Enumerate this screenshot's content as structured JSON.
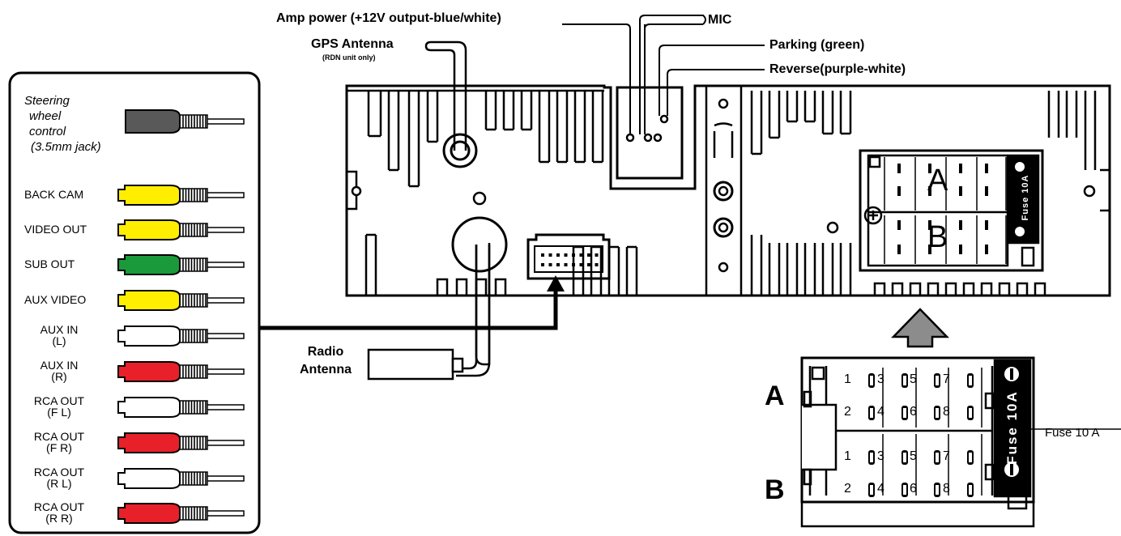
{
  "labels": {
    "amp_power": "Amp power (+12V output-blue/white)",
    "mic": "MIC",
    "gps_antenna": "GPS Antenna",
    "gps_note": "(RDN unit only)",
    "parking": "Parking (green)",
    "reverse": "Reverse(purple-white)",
    "radio_antenna_1": "Radio",
    "radio_antenna_2": "Antenna",
    "fuse_10a_side": "Fuse 10 A",
    "fuse_label": "Fuse 10A",
    "connector_a": "A",
    "connector_b": "B"
  },
  "cables": [
    {
      "lines": [
        "Steering",
        "wheel",
        "control",
        "(3.5mm jack)"
      ],
      "color": "#595959"
    },
    {
      "lines": [
        "BACK CAM"
      ],
      "color": "#ffee00"
    },
    {
      "lines": [
        "VIDEO OUT"
      ],
      "color": "#ffee00"
    },
    {
      "lines": [
        "SUB OUT"
      ],
      "color": "#1a9a3a"
    },
    {
      "lines": [
        "AUX VIDEO"
      ],
      "color": "#ffee00"
    },
    {
      "lines": [
        "AUX IN",
        "(L)"
      ],
      "color": "#ffffff"
    },
    {
      "lines": [
        "AUX IN",
        "(R)"
      ],
      "color": "#e8202a"
    },
    {
      "lines": [
        "RCA OUT",
        "(F L)"
      ],
      "color": "#ffffff"
    },
    {
      "lines": [
        "RCA OUT",
        "(F R)"
      ],
      "color": "#e8202a"
    },
    {
      "lines": [
        "RCA OUT",
        "(R L)"
      ],
      "color": "#ffffff"
    },
    {
      "lines": [
        "RCA OUT",
        "(R R)"
      ],
      "color": "#e8202a"
    }
  ],
  "pin_numbers": {
    "row1": [
      "1",
      "3",
      "5",
      "7"
    ],
    "row2": [
      "2",
      "4",
      "6",
      "8"
    ]
  }
}
